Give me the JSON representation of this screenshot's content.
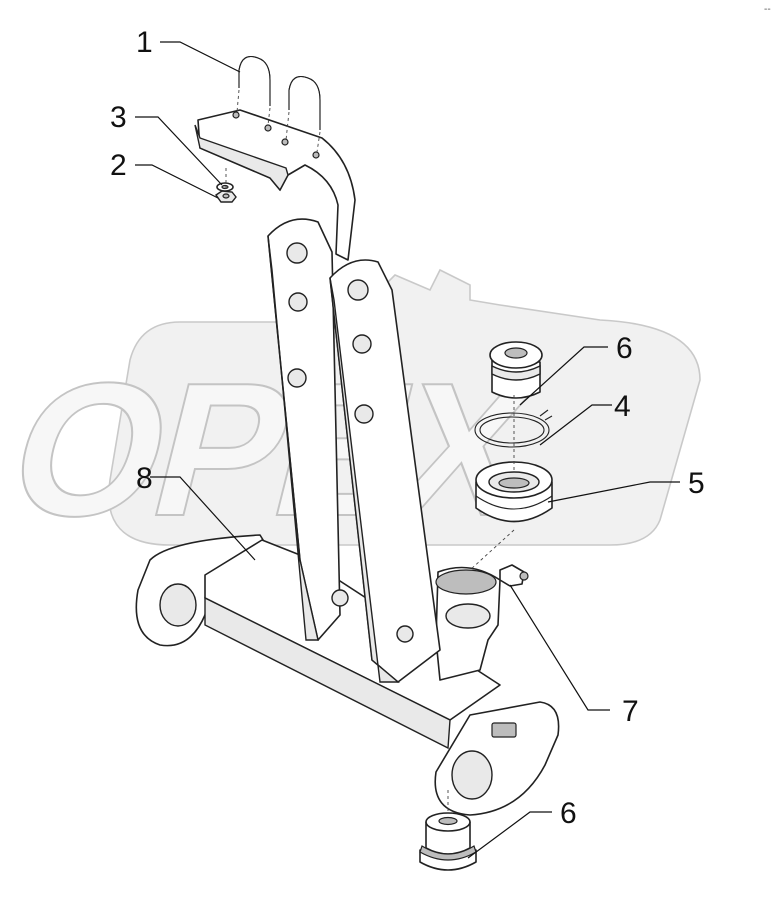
{
  "diagram": {
    "watermark": "OPEX",
    "corner_mark": "--",
    "callouts": [
      {
        "id": "c1",
        "label": "1"
      },
      {
        "id": "c2",
        "label": "2"
      },
      {
        "id": "c3",
        "label": "3"
      },
      {
        "id": "c4",
        "label": "4"
      },
      {
        "id": "c5",
        "label": "5"
      },
      {
        "id": "c6a",
        "label": "6"
      },
      {
        "id": "c6b",
        "label": "6"
      },
      {
        "id": "c7",
        "label": "7"
      },
      {
        "id": "c8",
        "label": "8"
      }
    ]
  }
}
